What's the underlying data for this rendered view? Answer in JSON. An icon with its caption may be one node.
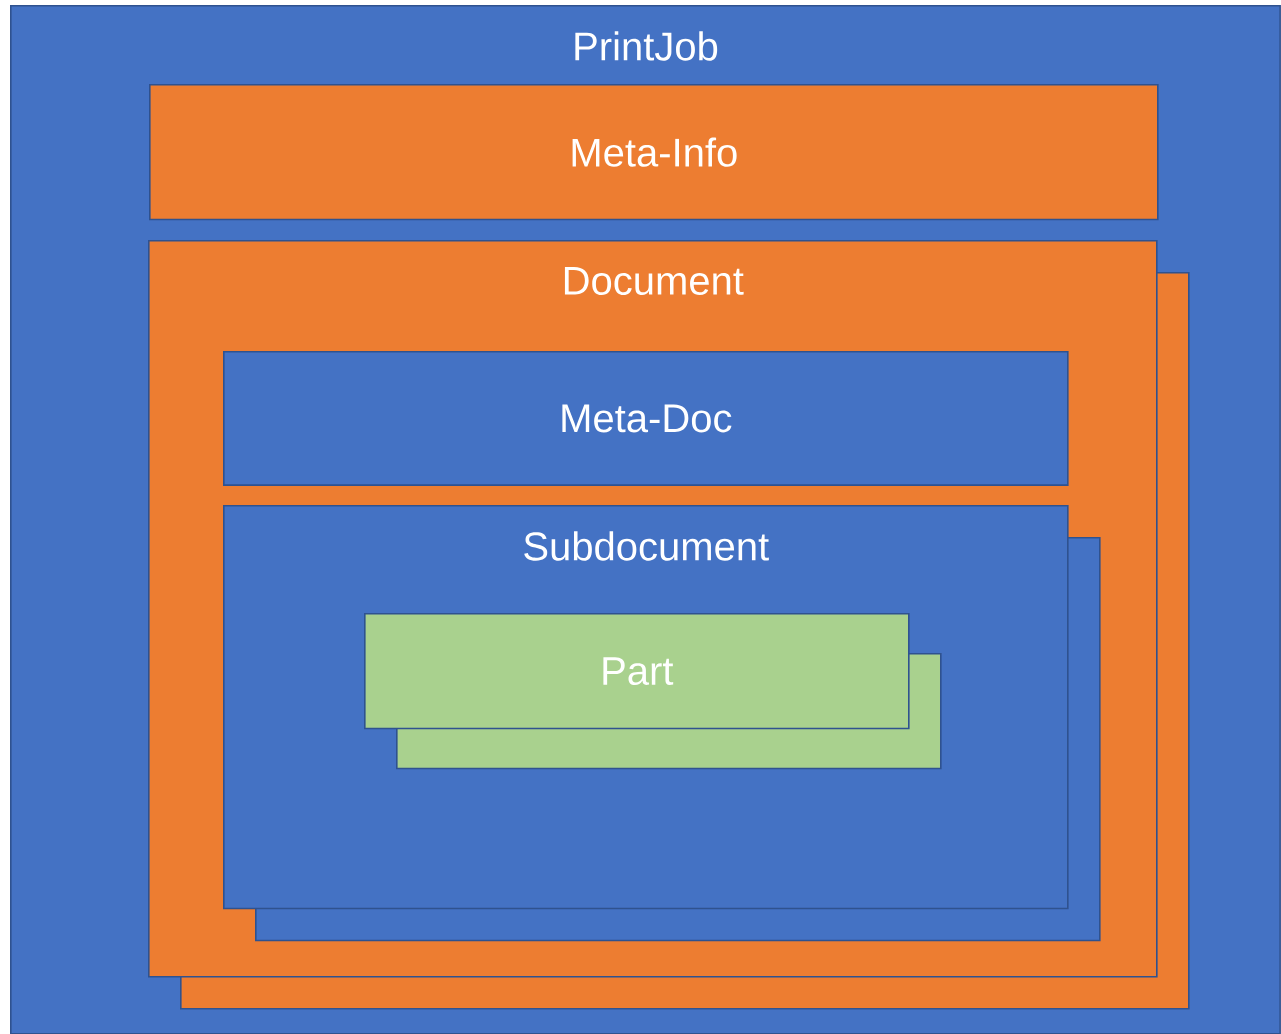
{
  "diagram": {
    "nodes": [
      {
        "text": [
          "PrintJob"
        ]
      },
      {
        "text": [
          "Meta-Info"
        ],
        "in": 0
      },
      {
        "text": [
          "Document"
        ],
        "in": 0
      },
      {
        "text": [
          "Meta-Doc"
        ],
        "in": 2
      },
      {
        "text": [
          "Subdocument"
        ],
        "in": 2
      },
      {
        "text": [
          "Part"
        ],
        "in": 4
      },
      {
        "text": [],
        "shape": "box",
        "in": 0
      },
      {
        "text": [],
        "shape": "box",
        "in": 2
      },
      {
        "text": [],
        "shape": "box",
        "in": 4
      }
    ]
  }
}
